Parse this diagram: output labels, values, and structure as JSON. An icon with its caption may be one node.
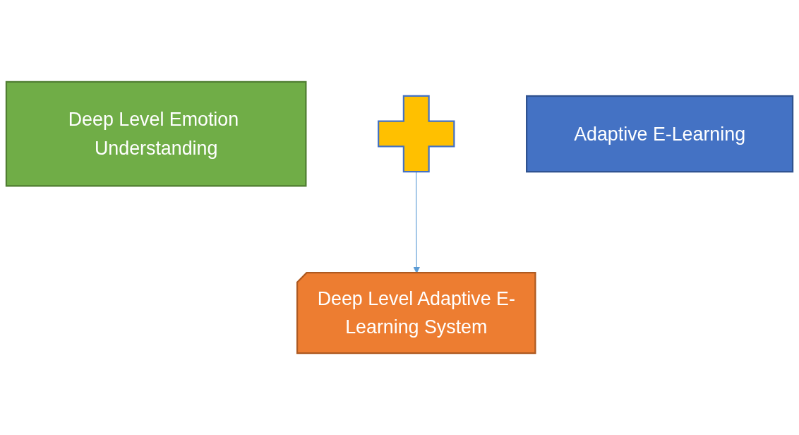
{
  "diagram": {
    "nodes": [
      {
        "text": [
          "Deep Level Emotion Understanding"
        ]
      },
      {
        "text": [],
        "shape": "plus"
      },
      {
        "text": [
          "Adaptive E-Learning"
        ]
      },
      {
        "text": [
          "Deep Level Adaptive E-Learning System"
        ]
      }
    ],
    "edges": [
      {
        "from": 1,
        "to": 3,
        "arrow": "to",
        "color": "#5b9bd5"
      }
    ]
  }
}
